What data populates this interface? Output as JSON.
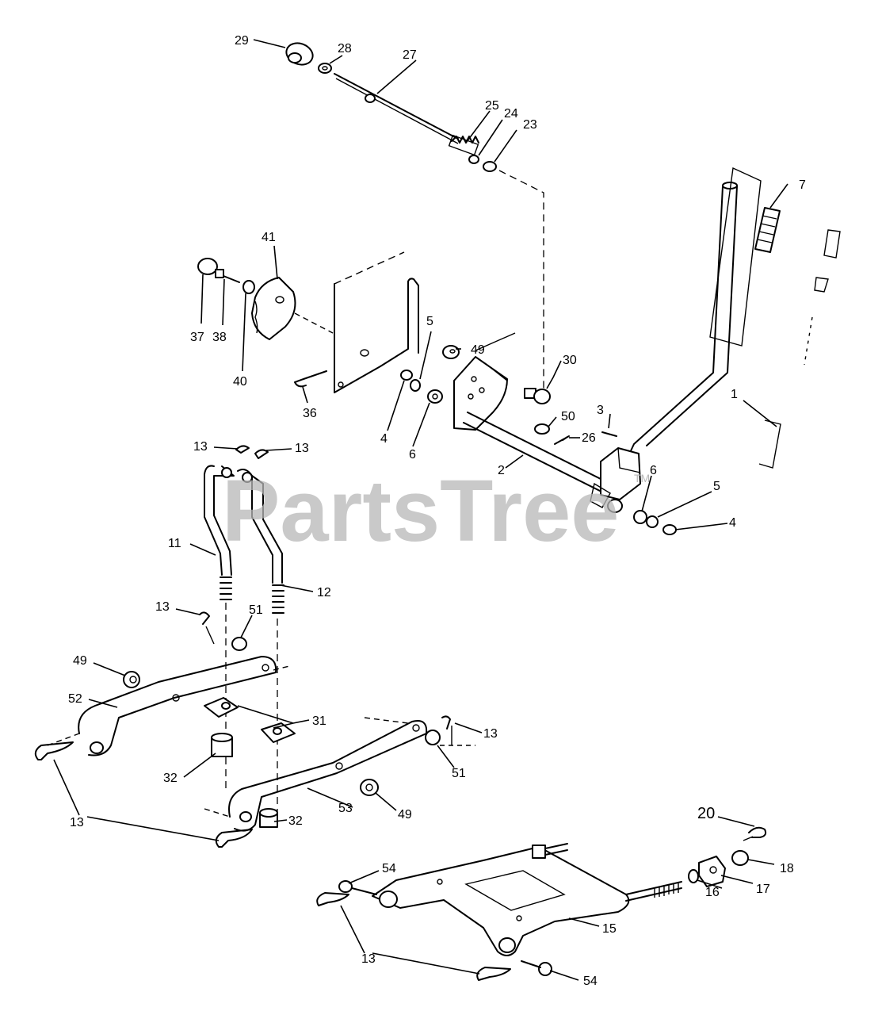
{
  "watermark": {
    "text": "PartsTree",
    "mark": "TM"
  },
  "callouts": {
    "c1": "1",
    "c2": "2",
    "c3": "3",
    "c4a": "4",
    "c4b": "4",
    "c5a": "5",
    "c5b": "5",
    "c6a": "6",
    "c6b": "6",
    "c7": "7",
    "c11": "11",
    "c12": "12",
    "c13a": "13",
    "c13b": "13",
    "c13c": "13",
    "c13d": "13",
    "c13e": "13",
    "c13f": "13",
    "c15": "15",
    "c16": "16",
    "c17": "17",
    "c18": "18",
    "c20": "20",
    "c23": "23",
    "c24": "24",
    "c25": "25",
    "c26": "26",
    "c27": "27",
    "c28": "28",
    "c29": "29",
    "c30": "30",
    "c31": "31",
    "c32a": "32",
    "c32b": "32",
    "c36": "36",
    "c37": "37",
    "c38": "38",
    "c40": "40",
    "c41": "41",
    "c49a": "49",
    "c49b": "49",
    "c49c": "49",
    "c50": "50",
    "c51a": "51",
    "c51b": "51",
    "c52": "52",
    "c53": "53",
    "c54a": "54",
    "c54b": "54"
  }
}
